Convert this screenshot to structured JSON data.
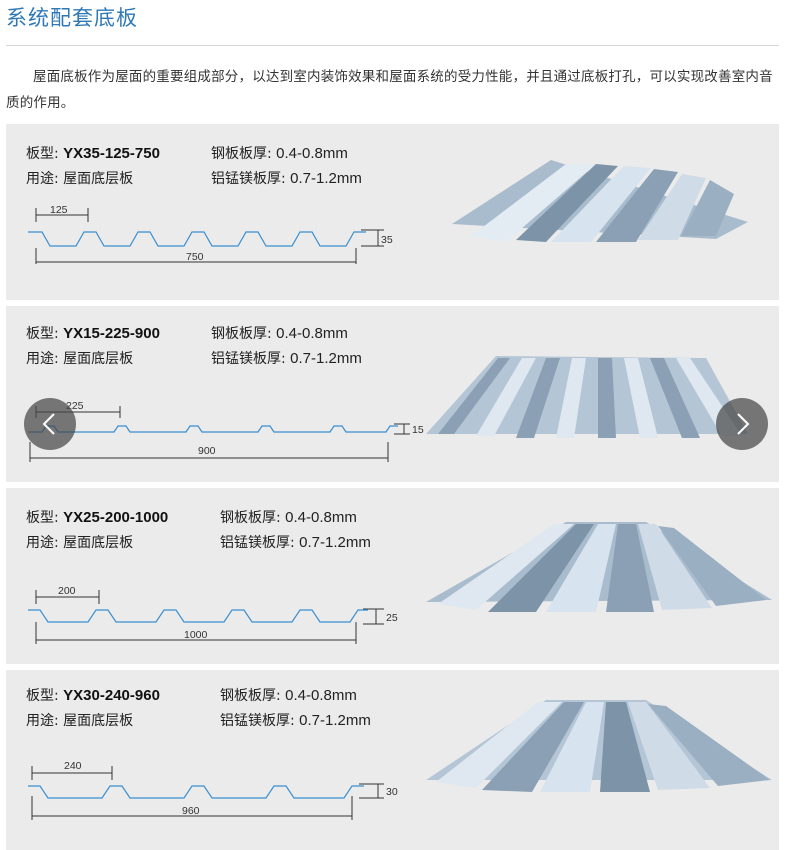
{
  "page": {
    "title": "系统配套底板",
    "intro": "屋面底板作为屋面的重要组成部分，以达到室内装饰效果和屋面系统的受力性能，并且通过底板打孔，可以实现改善室内音质的作用。"
  },
  "labels": {
    "model": "板型:",
    "use": "用途:",
    "steel": "钢板板厚:",
    "alumag": "铝锰镁板厚:"
  },
  "products": [
    {
      "model": "YX35-125-750",
      "use": "屋面底层板",
      "steel": "0.4-0.8mm",
      "alumag": "0.7-1.2mm",
      "pitch": "125",
      "width": "750",
      "height": "35"
    },
    {
      "model": "YX15-225-900",
      "use": "屋面底层板",
      "steel": "0.4-0.8mm",
      "alumag": "0.7-1.2mm",
      "pitch": "225",
      "width": "900",
      "height": "15"
    },
    {
      "model": "YX25-200-1000",
      "use": "屋面底层板",
      "steel": "0.4-0.8mm",
      "alumag": "0.7-1.2mm",
      "pitch": "200",
      "width": "1000",
      "height": "25"
    },
    {
      "model": "YX30-240-960",
      "use": "屋面底层板",
      "steel": "0.4-0.8mm",
      "alumag": "0.7-1.2mm",
      "pitch": "240",
      "width": "960",
      "height": "30"
    }
  ],
  "carousel": {
    "prev_icon": "chevron-left-icon",
    "next_icon": "chevron-right-icon"
  },
  "colors": {
    "title": "#2f78b6",
    "profile": "#3a8fd0",
    "card_bg": "#ebebeb",
    "sheet_light": "#d7e3ee",
    "sheet_mid": "#a9bccd",
    "sheet_dark": "#7d93a8"
  }
}
